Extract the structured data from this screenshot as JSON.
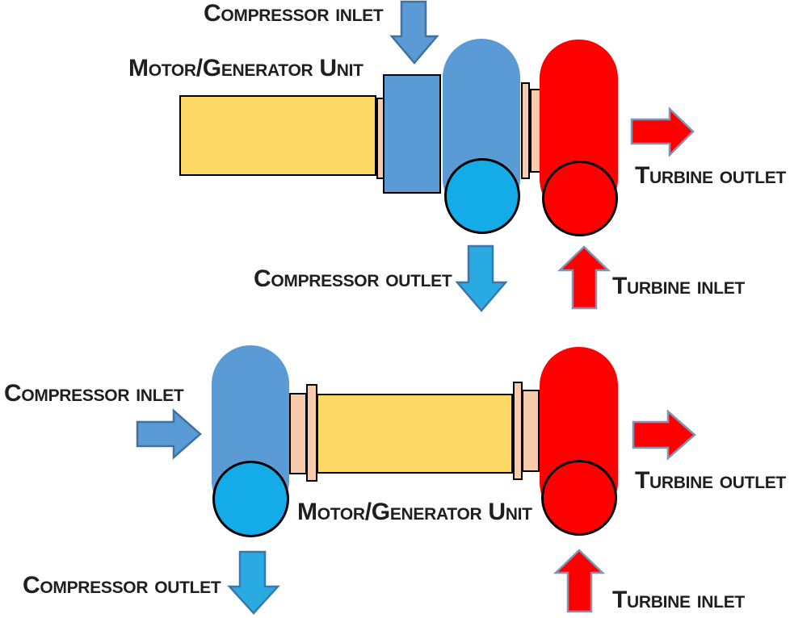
{
  "colors": {
    "motor_shaft_yellow": "#FFD966",
    "housing_blue": "#5B9BD5",
    "flow_cyan": "#13ABE8",
    "turbine_red": "#FF0000",
    "flange_peach": "#F8CBAD",
    "shape_outline": "#000000",
    "blue_arrow_outline": "#41719C",
    "red_arrow_outline": "#7E96B5",
    "label_text": "#1F1F1F"
  },
  "top_diagram": {
    "labels": {
      "compressor_inlet": "Compressor inlet",
      "motor_generator_unit": "Motor/Generator Unit",
      "turbine_outlet": "Turbine outlet",
      "compressor_outlet": "Compressor outlet",
      "turbine_inlet": "Turbine inlet"
    }
  },
  "bottom_diagram": {
    "labels": {
      "compressor_inlet": "Compressor inlet",
      "motor_generator_unit": "Motor/Generator Unit",
      "turbine_outlet": "Turbine outlet",
      "compressor_outlet": "Compressor outlet",
      "turbine_inlet": "Turbine inlet"
    }
  }
}
